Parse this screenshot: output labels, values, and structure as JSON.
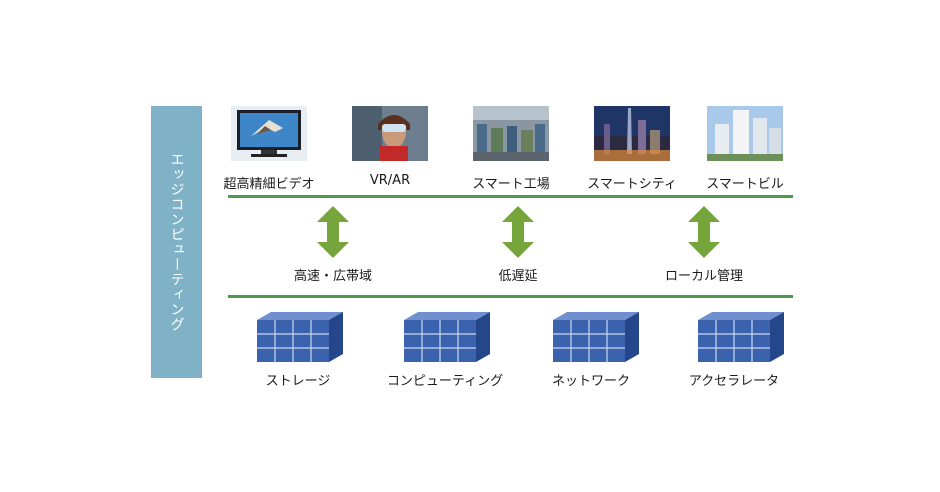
{
  "sidebar": {
    "title": "エッジコンピューティング"
  },
  "apps": [
    {
      "label": "超高精細ビデオ",
      "icon": "uhd-tv-image"
    },
    {
      "label": "VR/AR",
      "icon": "vr-headset-image"
    },
    {
      "label": "スマート工場",
      "icon": "factory-image"
    },
    {
      "label": "スマートシティ",
      "icon": "city-night-image"
    },
    {
      "label": "スマートビル",
      "icon": "building-image"
    }
  ],
  "features": [
    {
      "label": "高速・広帯域"
    },
    {
      "label": "低遅延"
    },
    {
      "label": "ローカル管理"
    }
  ],
  "resources": [
    {
      "label": "ストレージ",
      "icon": "server-rack-icon"
    },
    {
      "label": "コンピューティング",
      "icon": "server-rack-icon"
    },
    {
      "label": "ネットワーク",
      "icon": "server-rack-icon"
    },
    {
      "label": "アクセラレータ",
      "icon": "server-rack-icon"
    }
  ],
  "colors": {
    "sidebar": "#7fb2c6",
    "rule": "#4e9a4f",
    "arrow": "#76a53c",
    "server": "#3a62ad"
  }
}
